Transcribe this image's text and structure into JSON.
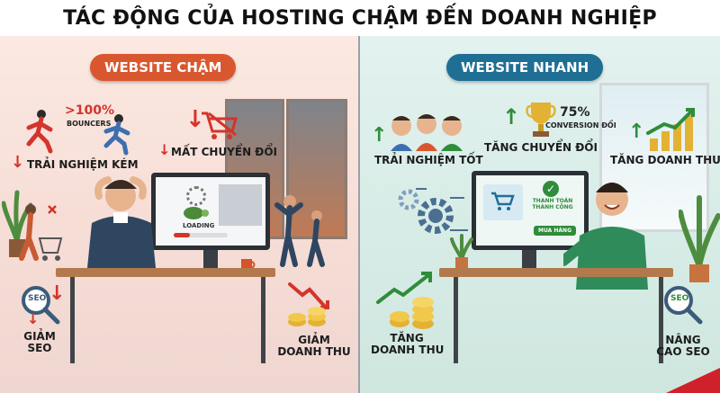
{
  "title": "TÁC ĐỘNG CỦA HOSTING CHẬM ĐẾN DOANH NGHIỆP",
  "left": {
    "heading": "WEBSITE CHẬM",
    "bouncers_value": ">100%",
    "bouncers_label": "BOUNCERS",
    "trai_nghiem": "TRẢI NGHIỆM KÉM",
    "mat_chuyen_doi": "MẤT CHUYỂN ĐỔI",
    "loading": "LOADING",
    "giam_seo": [
      "GIẢM",
      "SEO"
    ],
    "giam_doanh_thu": [
      "GIẢM",
      "DOANH THU"
    ],
    "seo_badge": "SEO"
  },
  "right": {
    "heading": "WEBSITE NHANH",
    "conversion_value": "75%",
    "conversion_label": "CONVERSION ĐỔI",
    "trai_nghiem": "TRẢI NGHIỆM TỐT",
    "tang_chuyen_doi": "TĂNG CHUYỂN ĐỔI",
    "tang_doanh_thu_top": "TĂNG DOANH THU",
    "tang_doanh_thu_bottom": [
      "TĂNG",
      "DOANH THU"
    ],
    "nang_cao_seo": [
      "NÂNG",
      "CAO SEO"
    ],
    "payment_success": [
      "THANH TOÁN",
      "THÀNH CÔNG"
    ],
    "buy_button": "MUA HÀNG",
    "seo_badge": "SEO"
  },
  "colors": {
    "slow_accent": "#d9572f",
    "fast_accent": "#1f6f95",
    "down_red": "#d4342b",
    "up_green": "#2f8c3b"
  }
}
